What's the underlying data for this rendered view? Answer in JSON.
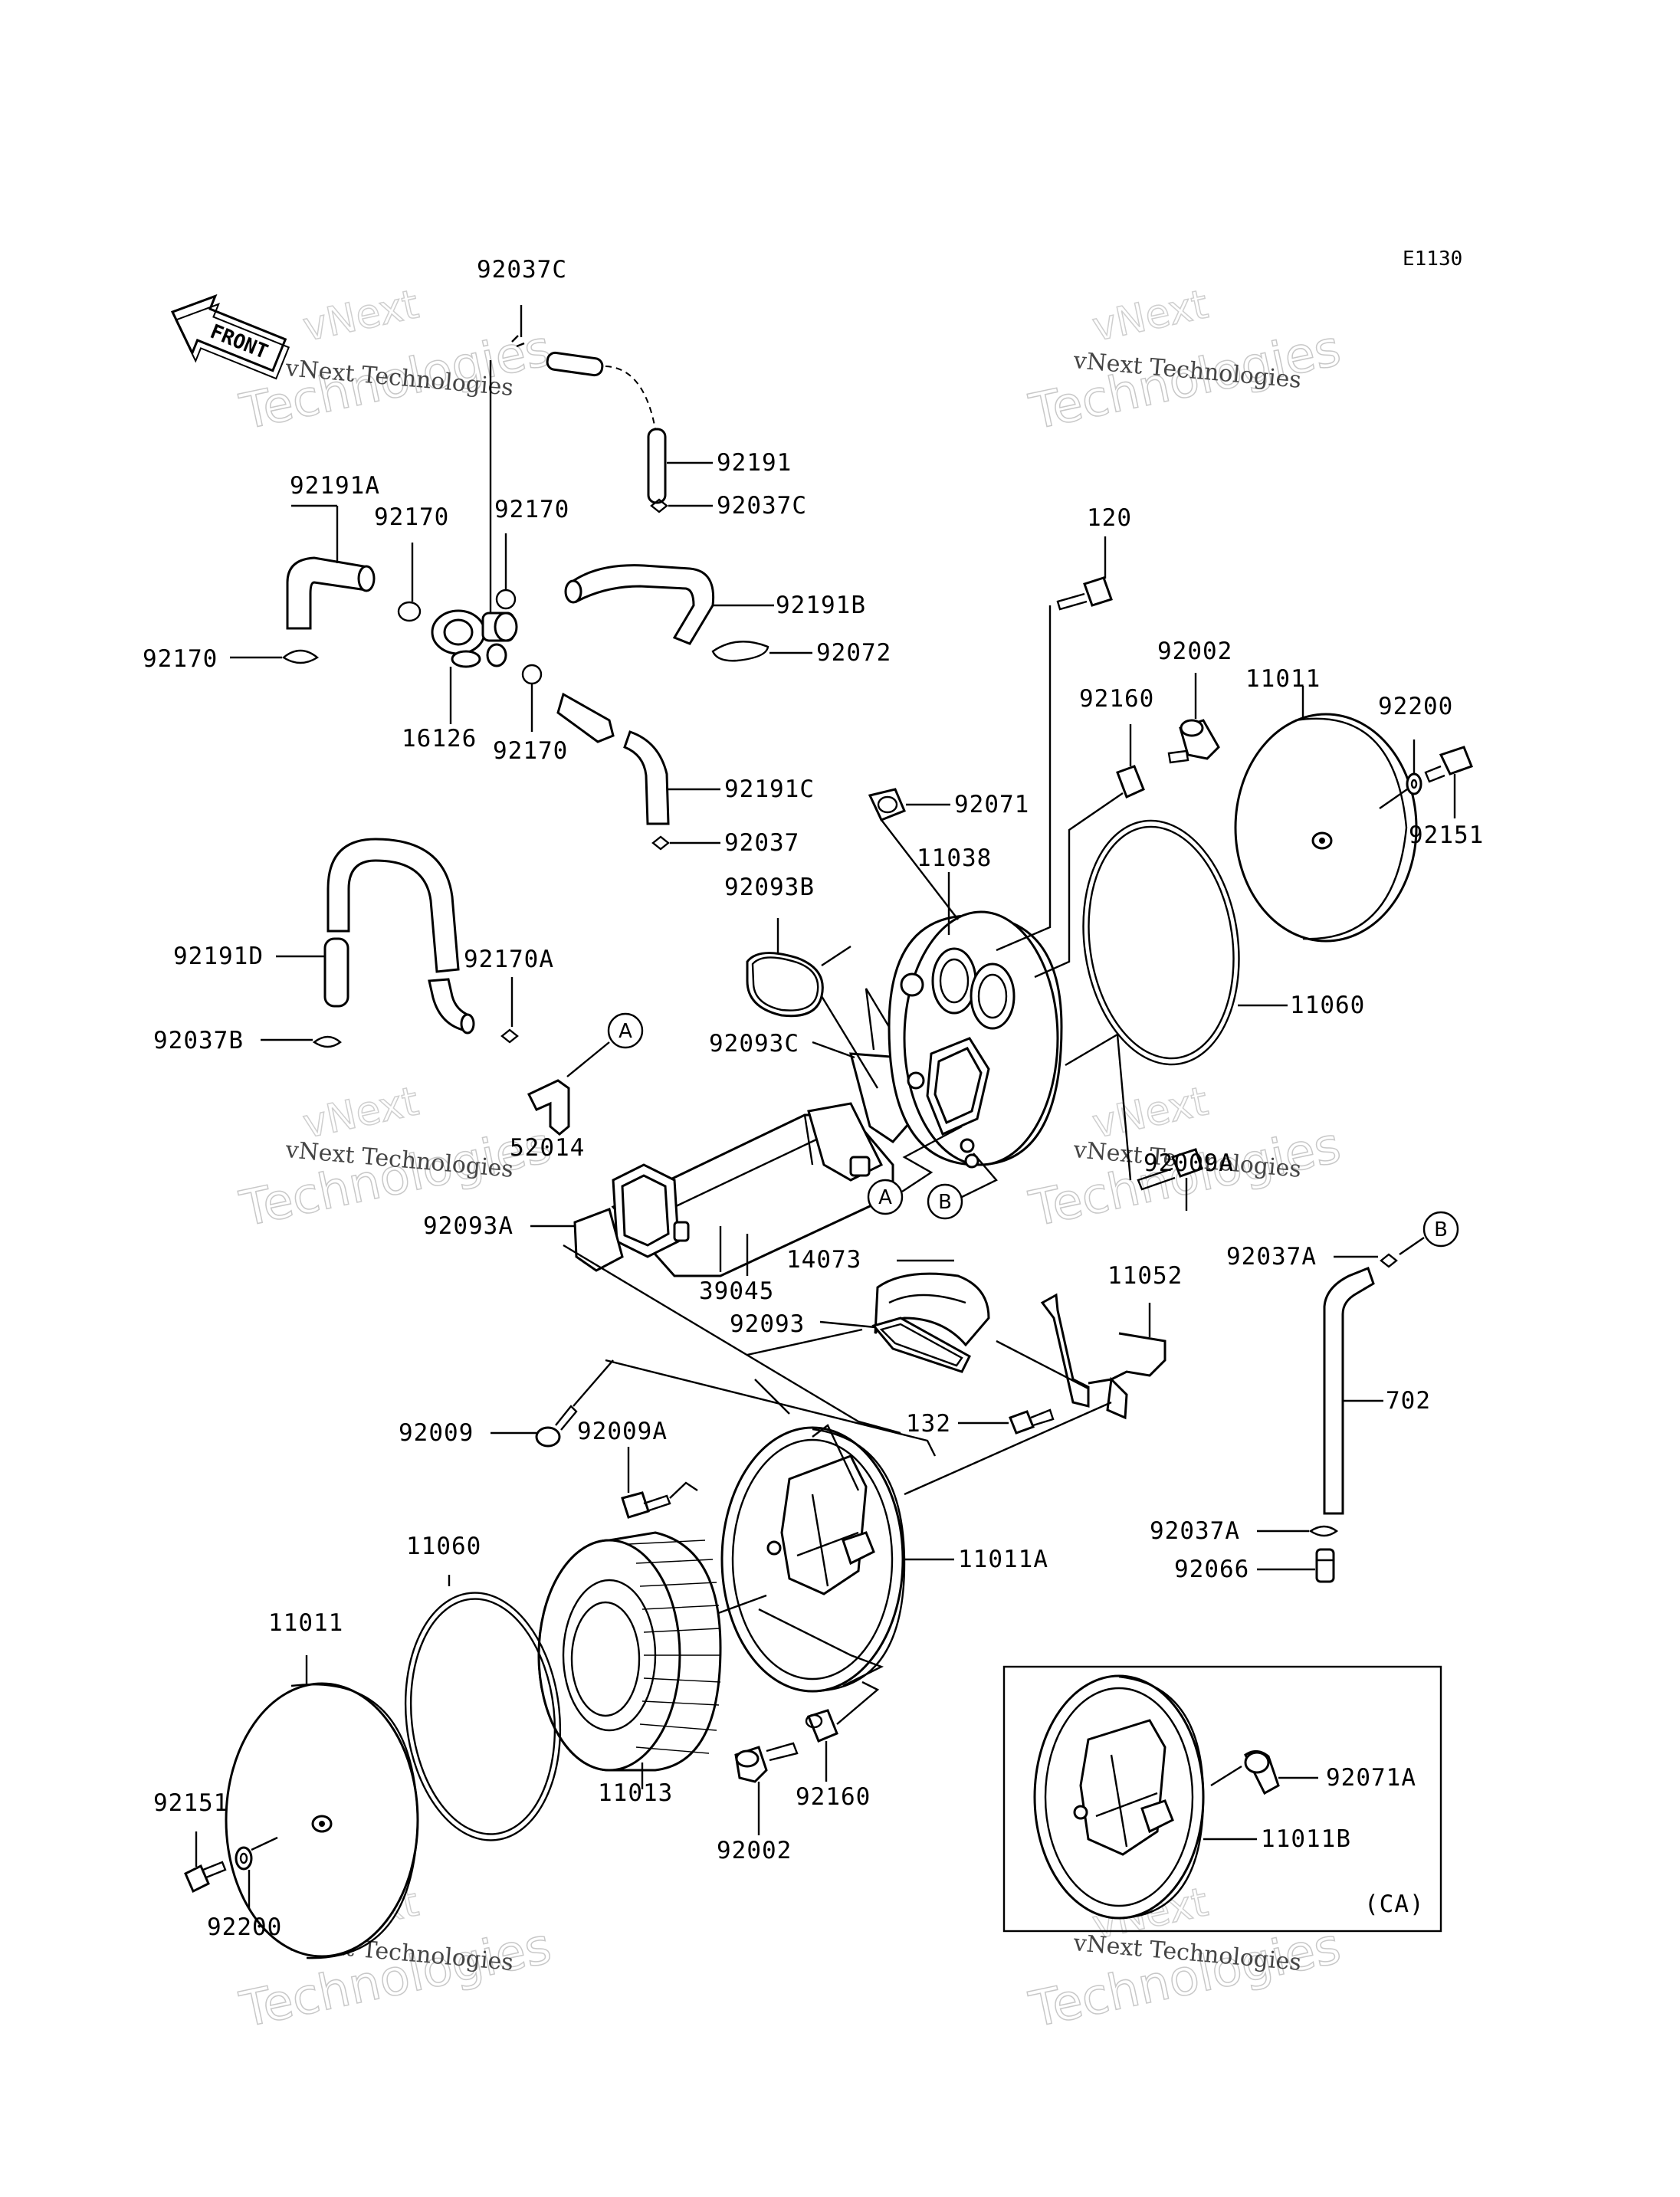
{
  "diagram_code": "E1130",
  "front_label": "FRONT",
  "watermark": {
    "line1": "vNext Technologies",
    "line2": "vNext",
    "line3": "Technologies"
  },
  "inset_label": "(CA)",
  "ref_markers": {
    "a": "A",
    "b": "B"
  },
  "parts": {
    "p92037C_top": "92037C",
    "p92191": "92191",
    "p92037C_mid": "92037C",
    "p92191A": "92191A",
    "p92170_l": "92170",
    "p92170_r": "92170",
    "p92170_ll": "92170",
    "p92170_b": "92170",
    "p92191B": "92191B",
    "p92072": "92072",
    "p16126": "16126",
    "p92191C": "92191C",
    "p92037": "92037",
    "p120": "120",
    "p92002_top": "92002",
    "p11011_top": "11011",
    "p92160_top": "92160",
    "p92200_top": "92200",
    "p92151_top": "92151",
    "p92071": "92071",
    "p11038": "11038",
    "p92093B": "92093B",
    "p11060_top": "11060",
    "p92191D": "92191D",
    "p92170A": "92170A",
    "p92037B": "92037B",
    "p52014": "52014",
    "p92093C": "92093C",
    "p92009A_top": "92009A",
    "p92093A": "92093A",
    "p39045": "39045",
    "p14073": "14073",
    "p11052": "11052",
    "p92093": "92093",
    "p92037A_top": "92037A",
    "p702": "702",
    "p132": "132",
    "p92009": "92009",
    "p92009A": "92009A",
    "p11011A": "11011A",
    "p92037A_bot": "92037A",
    "p92066": "92066",
    "p11060_bot": "11060",
    "p11011_bot": "11011",
    "p11013": "11013",
    "p92151_bot": "92151",
    "p92200_bot": "92200",
    "p92002_bot": "92002",
    "p92160_bot": "92160",
    "p92071A": "92071A",
    "p11011B": "11011B"
  }
}
